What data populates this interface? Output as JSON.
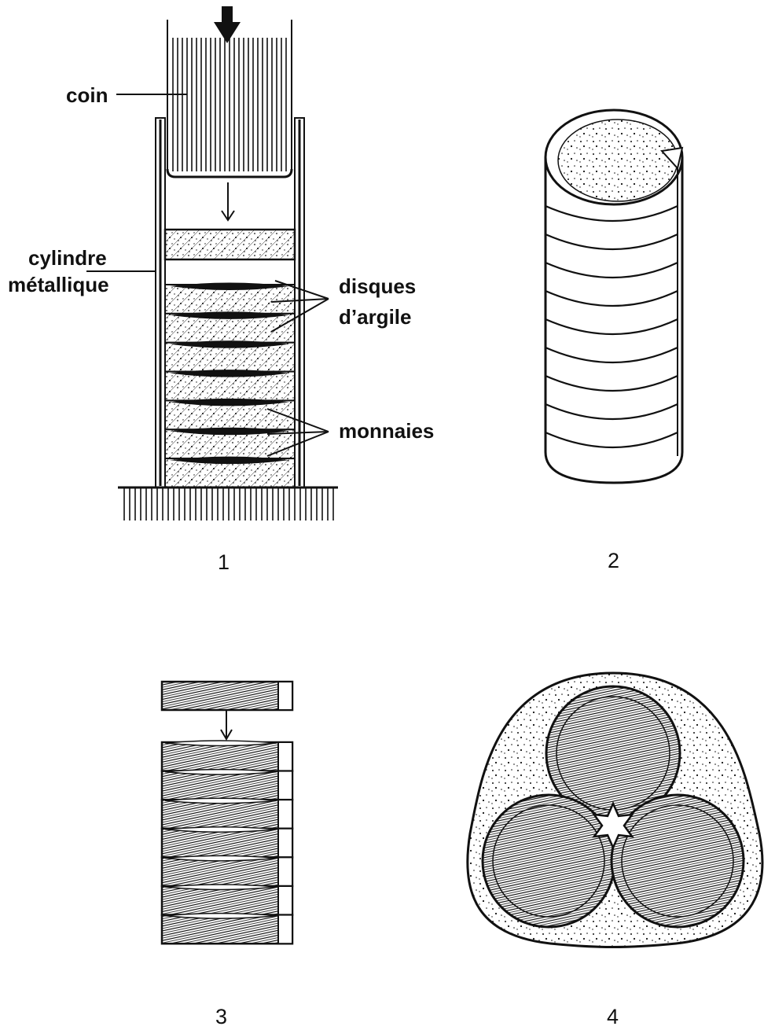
{
  "figure": {
    "panel1": {
      "number": "1",
      "labels": {
        "coin": "coin",
        "cylinder_line1": "cylindre",
        "cylinder_line2": "métallique",
        "discs_line1": "disques",
        "discs_line2": "d’argile",
        "coins": "monnaies"
      }
    },
    "panel2": {
      "number": "2"
    },
    "panel3": {
      "number": "3"
    },
    "panel4": {
      "number": "4"
    }
  },
  "colors": {
    "ink": "#111111",
    "paper": "#ffffff"
  }
}
